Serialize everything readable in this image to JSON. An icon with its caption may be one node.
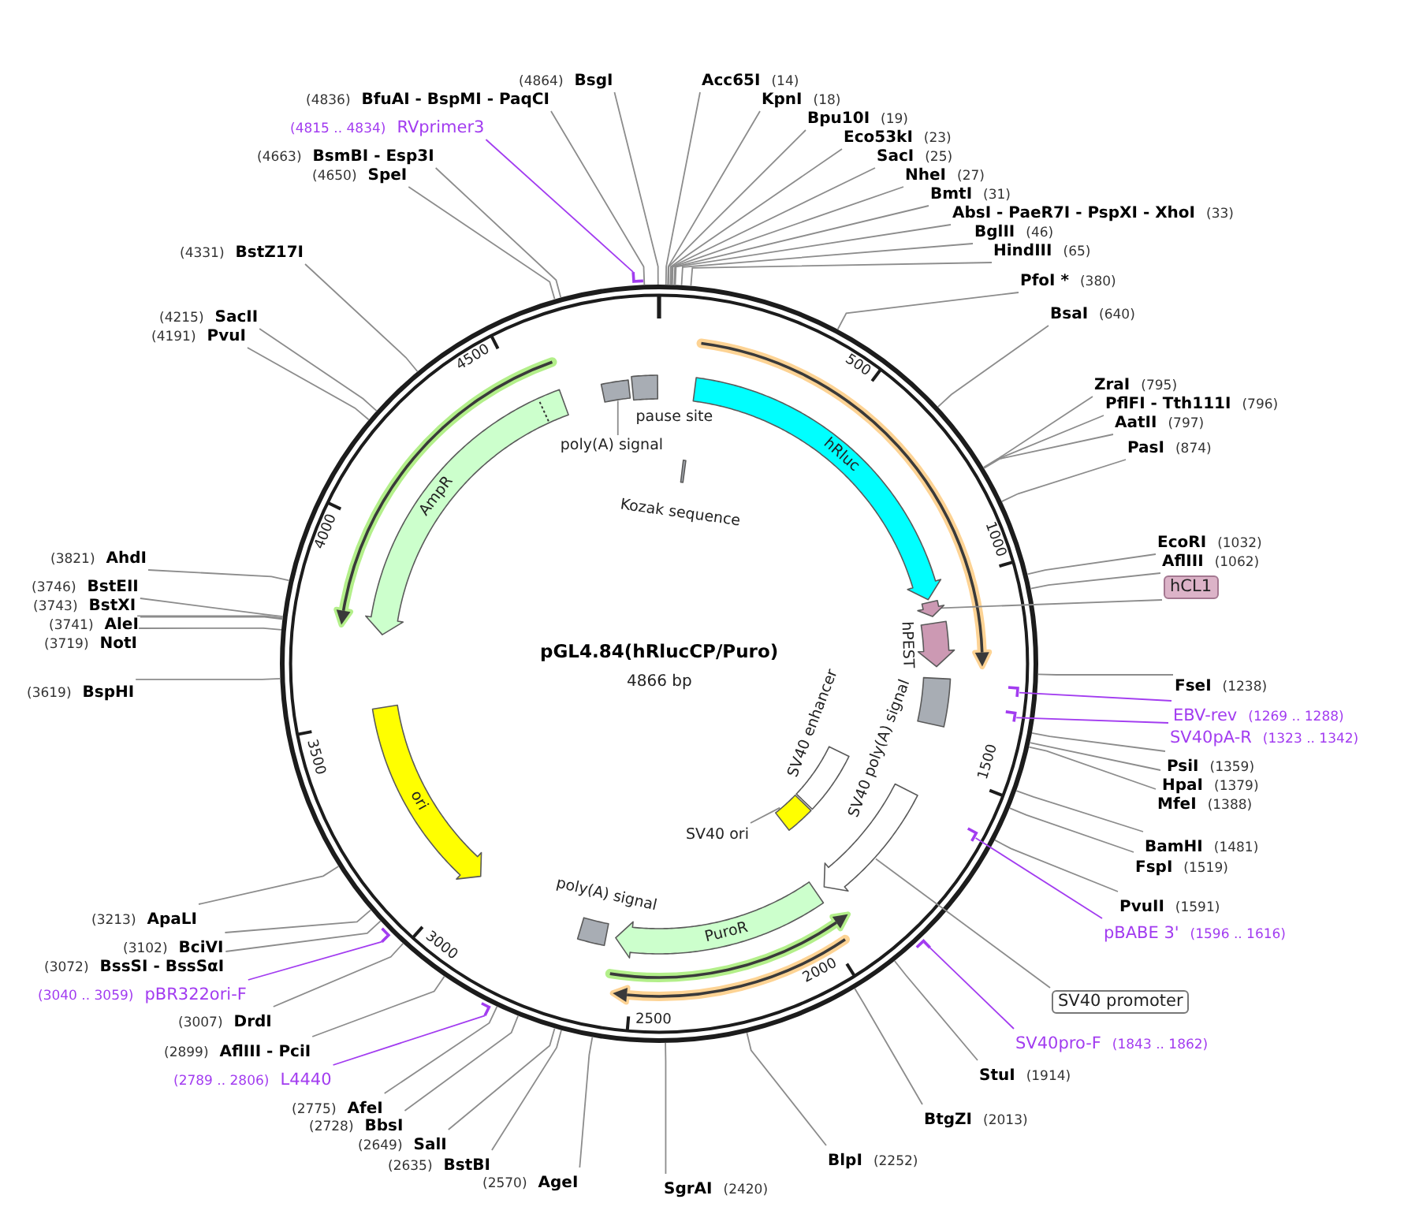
{
  "diagram": {
    "title": "pGL4.84(hRlucCP/Puro)",
    "nodes": [
      {
        "text": [
          "Acc65I",
          "(14)"
        ]
      },
      {
        "text": [
          "KpnI",
          "(18)"
        ]
      },
      {
        "text": [
          "Bpu10I",
          "(19)"
        ]
      },
      {
        "text": [
          "Eco53kI",
          "(23)"
        ]
      },
      {
        "text": [
          "SacI",
          "(25)"
        ]
      },
      {
        "text": [
          "NheI",
          "(27)"
        ]
      },
      {
        "text": [
          "BmtI",
          "(31)"
        ]
      },
      {
        "text": [
          "AbsI - PaeR7I - PspXI - XhoI",
          "(33)"
        ]
      },
      {
        "text": [
          "BglII",
          "(46)"
        ]
      },
      {
        "text": [
          "HindIII",
          "(65)"
        ]
      },
      {
        "text": [
          "PfoI *",
          "(380)"
        ]
      },
      {
        "text": [
          "BsaI",
          "(640)"
        ]
      },
      {
        "text": [
          "ZraI",
          "(795)"
        ]
      },
      {
        "text": [
          "PflFI - Tth111I",
          "(796)"
        ]
      },
      {
        "text": [
          "AatII",
          "(797)"
        ]
      },
      {
        "text": [
          "PasI",
          "(874)"
        ]
      },
      {
        "text": [
          "EcoRI",
          "(1032)"
        ]
      },
      {
        "text": [
          "AflIII",
          "(1062)"
        ]
      },
      {
        "text": [
          "hCL1"
        ]
      },
      {
        "text": [
          "FseI",
          "(1238)"
        ]
      },
      {
        "text": [
          "EBV-rev",
          "(1269 .. 1288)"
        ]
      },
      {
        "text": [
          "SV40pA-R",
          "(1323 .. 1342)"
        ]
      },
      {
        "text": [
          "PsiI",
          "(1359)"
        ]
      },
      {
        "text": [
          "HpaI",
          "(1379)"
        ]
      },
      {
        "text": [
          "MfeI",
          "(1388)"
        ]
      },
      {
        "text": [
          "BamHI",
          "(1481)"
        ]
      },
      {
        "text": [
          "FspI",
          "(1519)"
        ]
      },
      {
        "text": [
          "PvuII",
          "(1591)"
        ]
      },
      {
        "text": [
          "pBABE 3'",
          "(1596 .. 1616)"
        ]
      },
      {
        "text": [
          "SV40 promoter"
        ]
      },
      {
        "text": [
          "SV40pro-F",
          "(1843 .. 1862)"
        ]
      },
      {
        "text": [
          "StuI",
          "(1914)"
        ]
      },
      {
        "text": [
          "BtgZI",
          "(2013)"
        ]
      },
      {
        "text": [
          "BlpI",
          "(2252)"
        ]
      },
      {
        "text": [
          "SgrAI",
          "(2420)"
        ]
      },
      {
        "text": [
          "(2570)",
          "AgeI"
        ]
      },
      {
        "text": [
          "(2635)",
          "BstBI"
        ]
      },
      {
        "text": [
          "(2649)",
          "SalI"
        ]
      },
      {
        "text": [
          "(2728)",
          "BbsI"
        ]
      },
      {
        "text": [
          "(2775)",
          "AfeI"
        ]
      },
      {
        "text": [
          "(2789 .. 2806)",
          "L4440"
        ]
      },
      {
        "text": [
          "(2899)",
          "AflIII - PciI"
        ]
      },
      {
        "text": [
          "(3007)",
          "DrdI"
        ]
      },
      {
        "text": [
          "(3040 .. 3059)",
          "pBR322ori-F"
        ]
      },
      {
        "text": [
          "(3072)",
          "BssSI - BssSαI"
        ]
      },
      {
        "text": [
          "(3102)",
          "BciVI"
        ]
      },
      {
        "text": [
          "(3213)",
          "ApaLI"
        ]
      },
      {
        "text": [
          "(3619)",
          "BspHI"
        ]
      },
      {
        "text": [
          "(3719)",
          "NotI"
        ]
      },
      {
        "text": [
          "(3741)",
          "AleI"
        ]
      },
      {
        "text": [
          "(3743)",
          "BstXI"
        ]
      },
      {
        "text": [
          "(3746)",
          "BstEII"
        ]
      },
      {
        "text": [
          "(3821)",
          "AhdI"
        ]
      },
      {
        "text": [
          "(4191)",
          "PvuI"
        ]
      },
      {
        "text": [
          "(4215)",
          "SacII"
        ]
      },
      {
        "text": [
          "(4331)",
          "BstZ17I"
        ]
      },
      {
        "text": [
          "(4650)",
          "SpeI"
        ]
      },
      {
        "text": [
          "(4663)",
          "BsmBI - Esp3I"
        ]
      },
      {
        "text": [
          "(4815 .. 4834)",
          "RVprimer3"
        ]
      },
      {
        "text": [
          "(4836)",
          "BfuAI - BspMI - PaqCI"
        ]
      },
      {
        "text": [
          "(4864)",
          "BsgI"
        ]
      },
      {
        "text": [
          "Kozak sequence"
        ]
      },
      {
        "text": [
          "hRluc"
        ]
      },
      {
        "text": [],
        "shape": "arrow"
      },
      {
        "text": [
          "hPEST"
        ]
      },
      {
        "text": [
          "SV40 poly(A) signal"
        ]
      },
      {
        "text": [
          "SV40 enhancer"
        ]
      },
      {
        "text": [],
        "shape": "arrow"
      },
      {
        "text": [
          "SV40 ori"
        ]
      },
      {
        "text": [],
        "shape": "box"
      },
      {
        "text": [
          "PuroR"
        ]
      },
      {
        "text": [
          "poly(A) signal"
        ]
      },
      {
        "text": [
          "ori"
        ]
      },
      {
        "text": [
          "AmpR"
        ]
      },
      {
        "text": [
          "poly(A) signal"
        ]
      },
      {
        "text": [],
        "shape": "box"
      },
      {
        "text": [
          "pause site"
        ]
      }
    ],
    "edges": [
      {
        "from": 0,
        "to": null,
        "arrow": "none"
      },
      {
        "from": 1,
        "to": null,
        "arrow": "none"
      },
      {
        "from": 2,
        "to": null,
        "arrow": "none"
      },
      {
        "from": 3,
        "to": null,
        "arrow": "none"
      },
      {
        "from": 4,
        "to": null,
        "arrow": "none"
      },
      {
        "from": 5,
        "to": null,
        "arrow": "none"
      },
      {
        "from": 6,
        "to": null,
        "arrow": "none"
      },
      {
        "from": 7,
        "to": null,
        "arrow": "none"
      },
      {
        "from": 8,
        "to": null,
        "arrow": "none"
      },
      {
        "from": 9,
        "to": null,
        "arrow": "none"
      },
      {
        "from": 10,
        "to": null,
        "arrow": "none"
      },
      {
        "from": 11,
        "to": null,
        "arrow": "none"
      },
      {
        "from": 12,
        "to": null,
        "arrow": "none"
      },
      {
        "from": 13,
        "to": null,
        "arrow": "none"
      },
      {
        "from": 14,
        "to": null,
        "arrow": "none"
      },
      {
        "from": 15,
        "to": null,
        "arrow": "none"
      },
      {
        "from": 16,
        "to": null,
        "arrow": "none"
      },
      {
        "from": 17,
        "to": null,
        "arrow": "none"
      },
      {
        "from": 18,
        "to": 63,
        "arrow": "none"
      },
      {
        "from": 19,
        "to": null,
        "arrow": "none"
      },
      {
        "from": 20,
        "to": null,
        "arrow": "none",
        "color": "#a23cf0"
      },
      {
        "from": 21,
        "to": null,
        "arrow": "none",
        "color": "#a23cf0"
      },
      {
        "from": 22,
        "to": null,
        "arrow": "none"
      },
      {
        "from": 23,
        "to": null,
        "arrow": "none"
      },
      {
        "from": 24,
        "to": null,
        "arrow": "none"
      },
      {
        "from": 25,
        "to": null,
        "arrow": "none"
      },
      {
        "from": 26,
        "to": null,
        "arrow": "none"
      },
      {
        "from": 27,
        "to": null,
        "arrow": "none"
      },
      {
        "from": 28,
        "to": null,
        "arrow": "none",
        "color": "#a23cf0"
      },
      {
        "from": 29,
        "to": 67,
        "arrow": "none"
      },
      {
        "from": 30,
        "to": null,
        "arrow": "none",
        "color": "#a23cf0"
      },
      {
        "from": 31,
        "to": null,
        "arrow": "none"
      },
      {
        "from": 32,
        "to": null,
        "arrow": "none"
      },
      {
        "from": 33,
        "to": null,
        "arrow": "none"
      },
      {
        "from": 34,
        "to": null,
        "arrow": "none"
      },
      {
        "from": 35,
        "to": null,
        "arrow": "none"
      },
      {
        "from": 36,
        "to": null,
        "arrow": "none"
      },
      {
        "from": 37,
        "to": null,
        "arrow": "none"
      },
      {
        "from": 38,
        "to": null,
        "arrow": "none"
      },
      {
        "from": 39,
        "to": null,
        "arrow": "none"
      },
      {
        "from": 40,
        "to": null,
        "arrow": "none",
        "color": "#a23cf0"
      },
      {
        "from": 41,
        "to": null,
        "arrow": "none"
      },
      {
        "from": 42,
        "to": null,
        "arrow": "none"
      },
      {
        "from": 43,
        "to": null,
        "arrow": "none",
        "color": "#a23cf0"
      },
      {
        "from": 44,
        "to": null,
        "arrow": "none"
      },
      {
        "from": 45,
        "to": null,
        "arrow": "none"
      },
      {
        "from": 46,
        "to": null,
        "arrow": "none"
      },
      {
        "from": 47,
        "to": null,
        "arrow": "none"
      },
      {
        "from": 48,
        "to": null,
        "arrow": "none"
      },
      {
        "from": 49,
        "to": null,
        "arrow": "none"
      },
      {
        "from": 50,
        "to": null,
        "arrow": "none"
      },
      {
        "from": 51,
        "to": null,
        "arrow": "none"
      },
      {
        "from": 52,
        "to": null,
        "arrow": "none"
      },
      {
        "from": 53,
        "to": null,
        "arrow": "none"
      },
      {
        "from": 54,
        "to": null,
        "arrow": "none"
      },
      {
        "from": 55,
        "to": null,
        "arrow": "none"
      },
      {
        "from": 56,
        "to": null,
        "arrow": "none"
      },
      {
        "from": 57,
        "to": null,
        "arrow": "none"
      },
      {
        "from": 58,
        "to": null,
        "arrow": "none",
        "color": "#a23cf0"
      },
      {
        "from": 59,
        "to": null,
        "arrow": "none"
      },
      {
        "from": 60,
        "to": null,
        "arrow": "none"
      },
      {
        "from": 68,
        "to": 69,
        "arrow": "none"
      },
      {
        "from": 74,
        "to": 75,
        "arrow": "none"
      }
    ],
    "labels": [
      "4866 bp",
      "500",
      "1000",
      "1500",
      "2000",
      "2500",
      "3000",
      "3500",
      "4000",
      "4500"
    ]
  }
}
